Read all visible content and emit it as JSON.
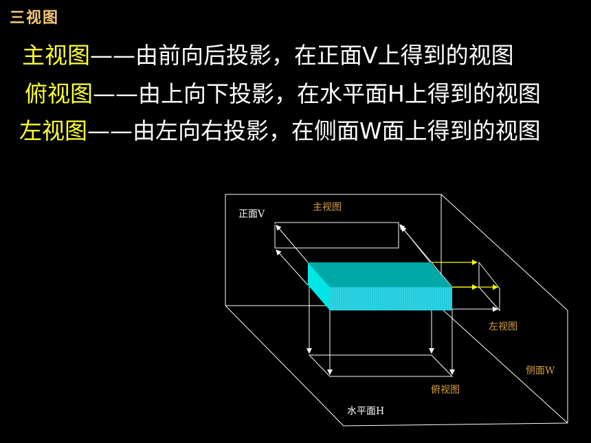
{
  "title": "三视图",
  "lines": [
    {
      "term": "主视图",
      "desc": "——由前向后投影，在正面V上得到的视图"
    },
    {
      "term": "俯视图",
      "desc": "——由上向下投影，在水平面H上得到的视图"
    },
    {
      "term": "左视图",
      "desc": "——由左向右投影，在侧面W面上得到的视图"
    }
  ],
  "diagram": {
    "plane_v": "正面V",
    "plane_h": "水平面H",
    "plane_w": "侧面W",
    "view_front": "主视图",
    "view_top": "俯视图",
    "view_left": "左视图"
  },
  "colors": {
    "background": "#000000",
    "term": "#ffff33",
    "label_orange": "#d9a040",
    "box_top": "#00a8a8",
    "box_front": "#22ccdd",
    "box_side": "#00e6e6",
    "arrow_yellow": "#ffff00"
  }
}
